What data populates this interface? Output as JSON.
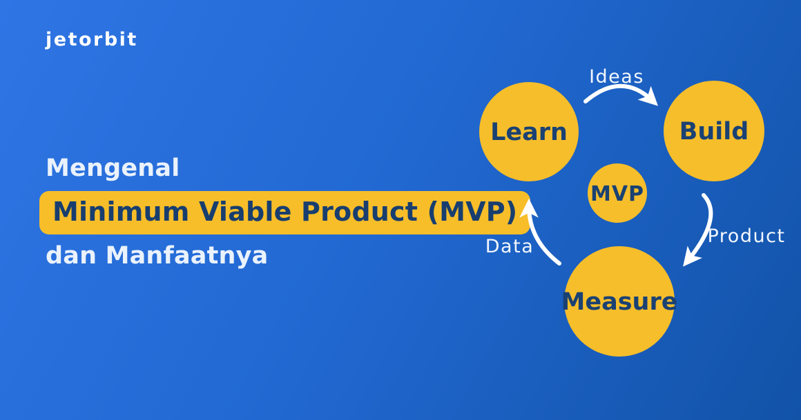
{
  "brand": {
    "logo_text": "jetorbit"
  },
  "title": {
    "line1": "Mengenal",
    "highlight": "Minimum Viable Product (MVP)",
    "line3": "dan Manfaatnya"
  },
  "diagram": {
    "type": "cycle",
    "nodes": [
      {
        "id": "learn",
        "label": "Learn"
      },
      {
        "id": "build",
        "label": "Build"
      },
      {
        "id": "mvp",
        "label": "MVP"
      },
      {
        "id": "measure",
        "label": "Measure"
      }
    ],
    "edges": [
      {
        "from": "Learn",
        "to": "Build",
        "label": "Ideas"
      },
      {
        "from": "Build",
        "to": "Measure",
        "label": "Product"
      },
      {
        "from": "Measure",
        "to": "Learn",
        "label": "Data"
      }
    ]
  },
  "colors": {
    "background_start": "#2f75e4",
    "background_end": "#1253a8",
    "accent_yellow": "#f6be2b",
    "highlight_yellow": "#f7be29",
    "navy_text": "#1a4173",
    "white_text": "#ffffff"
  }
}
